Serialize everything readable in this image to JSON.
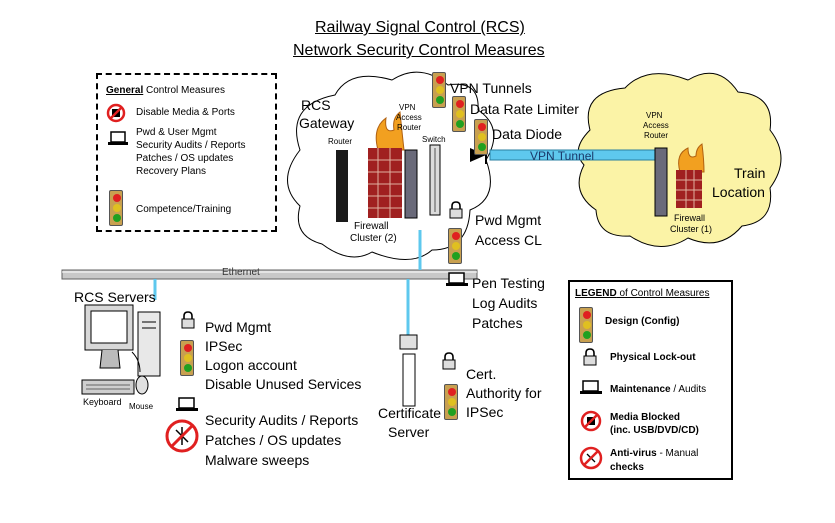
{
  "title": {
    "line1": "Railway Signal Control  (RCS)",
    "line2": "Network Security Control Measures"
  },
  "general": {
    "heading_prefix": "General",
    "heading_rest": " Control Measures",
    "items": [
      "Disable Media & Ports",
      "Pwd & User Mgmt",
      "Security Audits / Reports",
      "Patches / OS updates",
      "Recovery Plans",
      "Competence/Training"
    ]
  },
  "gateway": {
    "label_l1": "RCS",
    "label_l2": "Gateway",
    "router": "Router",
    "vpn_l1": "VPN",
    "vpn_l2": "Access",
    "vpn_l3": "Router",
    "switch": "Switch",
    "firewall_l1": "Firewall",
    "firewall_l2": "Cluster (2)"
  },
  "vpn_controls": [
    "VPN Tunnels",
    "Data Rate Limiter",
    "Data Diode"
  ],
  "vpn_tunnel_label": "VPN Tunnel",
  "train": {
    "vpn_l1": "VPN",
    "vpn_l2": "Access",
    "vpn_l3": "Router",
    "location_l1": "Train",
    "location_l2": "Location",
    "firewall_l1": "Firewall",
    "firewall_l2": "Cluster (1)"
  },
  "gateway_controls": [
    "Pwd Mgmt",
    "Access CL"
  ],
  "pen_testing": [
    "Pen Testing",
    "Log Audits",
    "Patches"
  ],
  "ethernet_label": "Ethernet",
  "servers": {
    "label": "RCS Servers",
    "keyboard": "Keyboard",
    "mouse": "Mouse",
    "controls": [
      "Pwd Mgmt",
      "IPSec",
      "Logon account",
      "Disable Unused Services"
    ],
    "audits": [
      "Security Audits / Reports",
      "Patches / OS updates",
      "Malware sweeps"
    ]
  },
  "cert_server": {
    "l1": "Certificate",
    "l2": "Server"
  },
  "cert_authority": [
    "Cert.",
    "Authority for",
    "IPSec"
  ],
  "legend": {
    "title_a": "LEGEND",
    "title_b": " of Control Measures",
    "design": "Design (Config)",
    "lockout": "Physical Lock-out",
    "maint_a": "Maintenance",
    "maint_b": " / Audits",
    "media_l1": "Media Blocked",
    "media_l2": "(inc. USB/DVD/CD)",
    "av_a": "Anti-virus",
    "av_b": " - Manual",
    "av_c": "checks"
  },
  "colors": {
    "tunnel": "#5ec8ee",
    "train_cloud": "#fbf3a6",
    "light_red": "#e02020",
    "light_amber": "#e0c020",
    "light_green": "#20a020",
    "firewall_brick": "#a02020"
  },
  "icons": [
    "traffic-light-icon",
    "padlock-icon",
    "laptop-icon",
    "no-media-icon",
    "no-virus-icon",
    "computer-icon",
    "server-tower-icon",
    "router-icon",
    "firewall-icon",
    "switch-icon"
  ]
}
